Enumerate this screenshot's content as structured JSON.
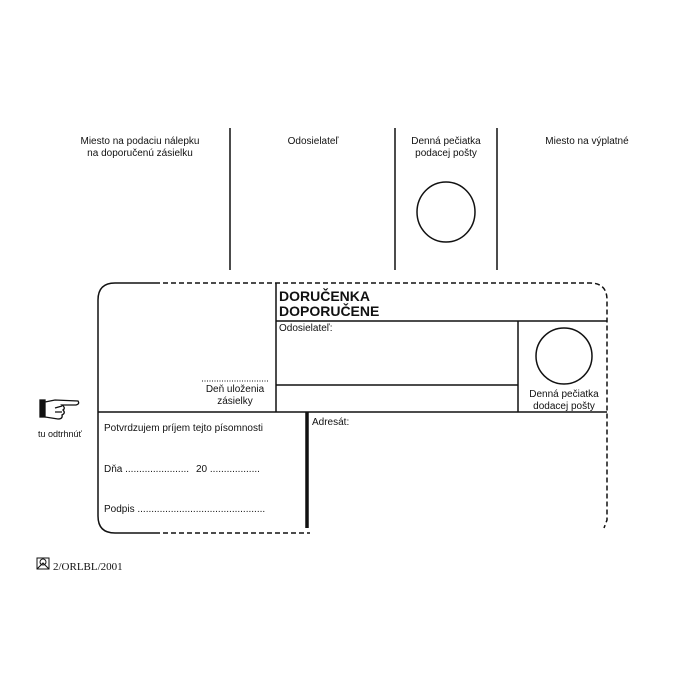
{
  "top": {
    "sticker_place": [
      "Miesto na podaciu nálepku",
      "na doporučenú zásielku"
    ],
    "sender": "Odosielateľ",
    "post_stamp": [
      "Denná pečiatka",
      "podacej pošty"
    ],
    "postage_place": "Miesto na výplatné"
  },
  "card": {
    "title": [
      "DORUČENKA",
      "DOPORUČENE"
    ],
    "sender_label": "Odosielateľ:",
    "storage_day": [
      "Deň uloženia",
      "zásielky"
    ],
    "delivery_stamp": [
      "Denná pečiatka",
      "dodacej pošty"
    ],
    "confirm": "Potvrdzujem príjem tejto písomnosti",
    "date_line": "Dňa .......................",
    "year_line": "20 ..................",
    "signature_line": "Podpis ..............................................",
    "addressee_label": "Adresát:"
  },
  "tear_here": "tu odtrhnúť",
  "form_code": "2/ORLBL/2001"
}
